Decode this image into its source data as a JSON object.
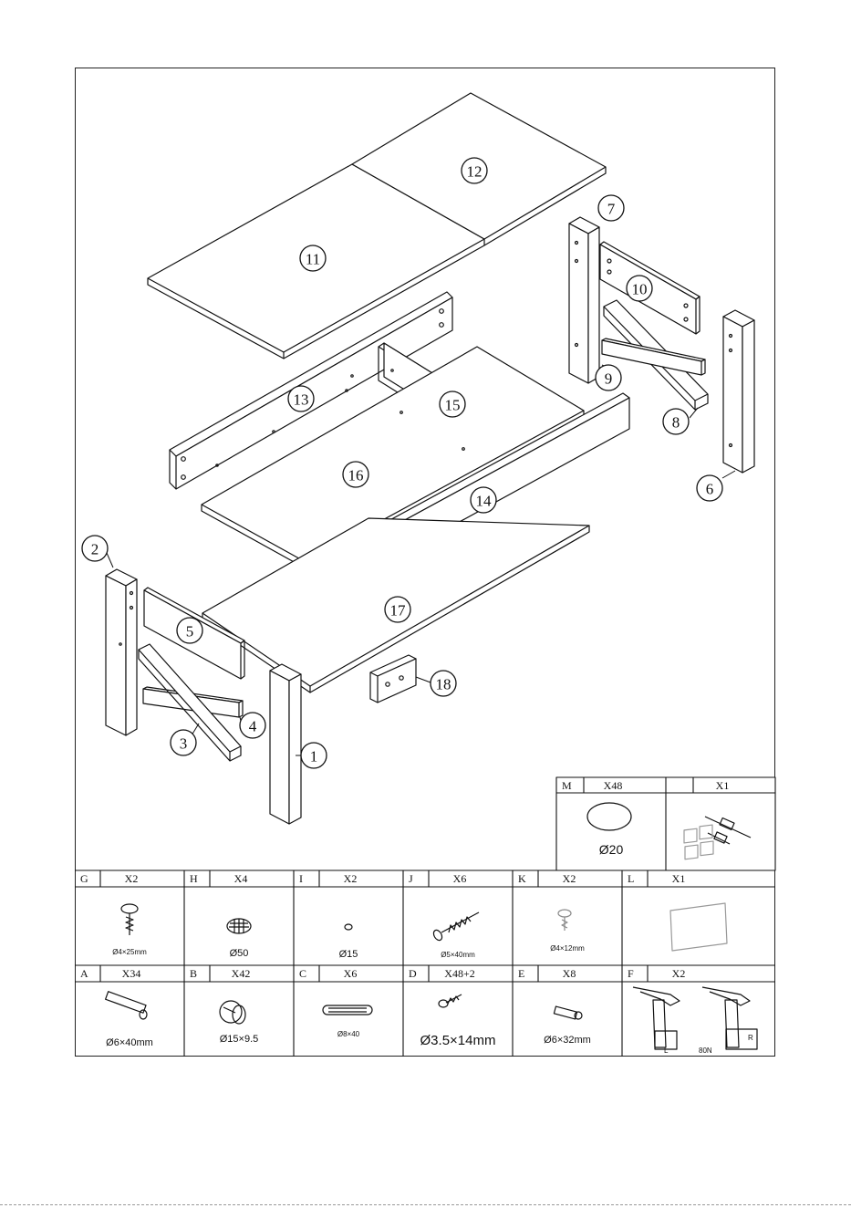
{
  "part_numbers": [
    "1",
    "2",
    "3",
    "4",
    "5",
    "6",
    "7",
    "8",
    "9",
    "10",
    "11",
    "12",
    "13",
    "14",
    "15",
    "16",
    "17",
    "18"
  ],
  "hardware_top": [
    {
      "letter": "M",
      "qty": "X48",
      "caption": "Ø20"
    },
    {
      "letter": "",
      "qty": "X1",
      "caption": ""
    }
  ],
  "hardware_row1": [
    {
      "letter": "G",
      "qty": "X2",
      "caption": "Ø4×25mm"
    },
    {
      "letter": "H",
      "qty": "X4",
      "caption": "Ø50"
    },
    {
      "letter": "I",
      "qty": "X2",
      "caption": "Ø15"
    },
    {
      "letter": "J",
      "qty": "X6",
      "caption": "Ø5×40mm"
    },
    {
      "letter": "K",
      "qty": "X2",
      "caption": "Ø4×12mm"
    },
    {
      "letter": "L",
      "qty": "X1",
      "caption": ""
    }
  ],
  "hardware_row2": [
    {
      "letter": "A",
      "qty": "X34",
      "caption": "Ø6×40mm"
    },
    {
      "letter": "B",
      "qty": "X42",
      "caption": "Ø15×9.5"
    },
    {
      "letter": "C",
      "qty": "X6",
      "caption": "Ø8×40"
    },
    {
      "letter": "D",
      "qty": "X48+2",
      "caption": "Ø3.5×14mm"
    },
    {
      "letter": "E",
      "qty": "X8",
      "caption": "Ø6×32mm"
    },
    {
      "letter": "F",
      "qty": "X2",
      "caption": ""
    }
  ],
  "hinge_labels": {
    "left": "L",
    "right": "R",
    "force": "80N"
  }
}
